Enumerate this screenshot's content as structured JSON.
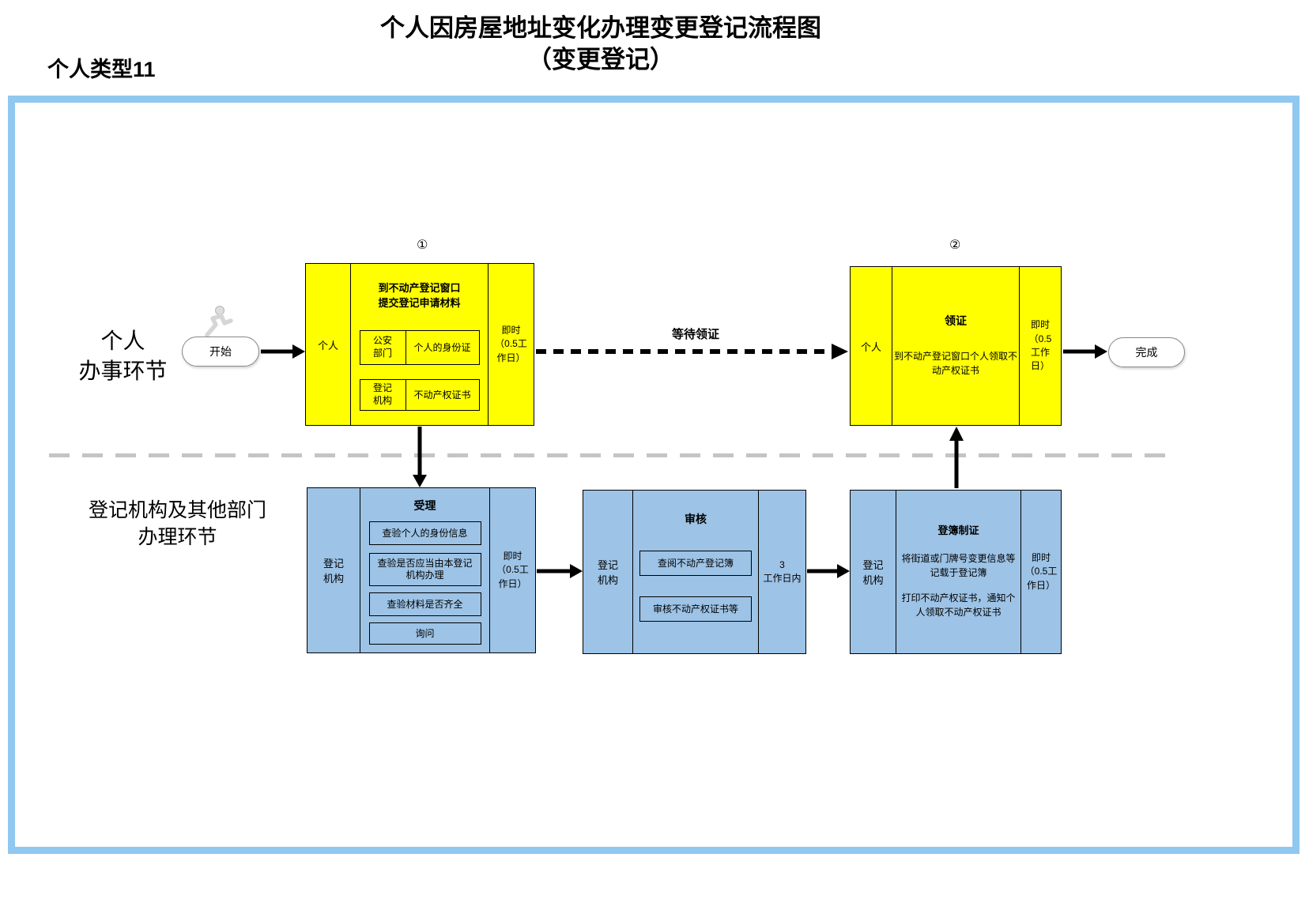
{
  "title": {
    "line1": "个人因房屋地址变化办理变更登记流程图",
    "line2": "（变更登记）"
  },
  "subtitle": "个人类型11",
  "lanes": {
    "top_label": "个人\n办事环节",
    "bottom_label": "登记机构及其他部门\n办理环节"
  },
  "start": {
    "label": "开始"
  },
  "finish": {
    "label": "完成"
  },
  "wait_label": "等待领证",
  "step1": {
    "marker": "①",
    "role": "个人",
    "title": "到不动产登记窗口\n提交登记申请材料",
    "rows": [
      {
        "left": "公安\n部门",
        "right": "个人的身份证"
      },
      {
        "left": "登记\n机构",
        "right": "不动产权证书"
      }
    ],
    "time": "即时\n（0.5工\n作日）"
  },
  "step2": {
    "marker": "②",
    "role": "个人",
    "title": "领证",
    "body": "到不动产登记窗口个人领取不\n动产权证书",
    "time": "即时\n（0.5\n工作\n日）"
  },
  "accept": {
    "role": "登记\n机构",
    "title": "受理",
    "items": [
      "查验个人的身份信息",
      "查验是否应当由本登记\n机构办理",
      "查验材料是否齐全",
      "询问"
    ],
    "time": "即时\n（0.5工\n作日）"
  },
  "review": {
    "role": "登记\n机构",
    "title": "审核",
    "items": [
      "查阅不动产登记簿",
      "审核不动产权证书等"
    ],
    "time": "3\n工作日内"
  },
  "issue": {
    "role": "登记\n机构",
    "title": "登簿制证",
    "body1": "将街道或门牌号变更信息等\n记载于登记簿",
    "body2": "打印不动产权证书，通知个\n人领取不动产权证书",
    "time": "即时\n（0.5工\n作日）"
  },
  "colors": {
    "process_yellow": "#FFFF00",
    "process_blue": "#9DC3E6",
    "frame_border": "#90C8F0",
    "separator_gray": "#C4C4C4"
  }
}
